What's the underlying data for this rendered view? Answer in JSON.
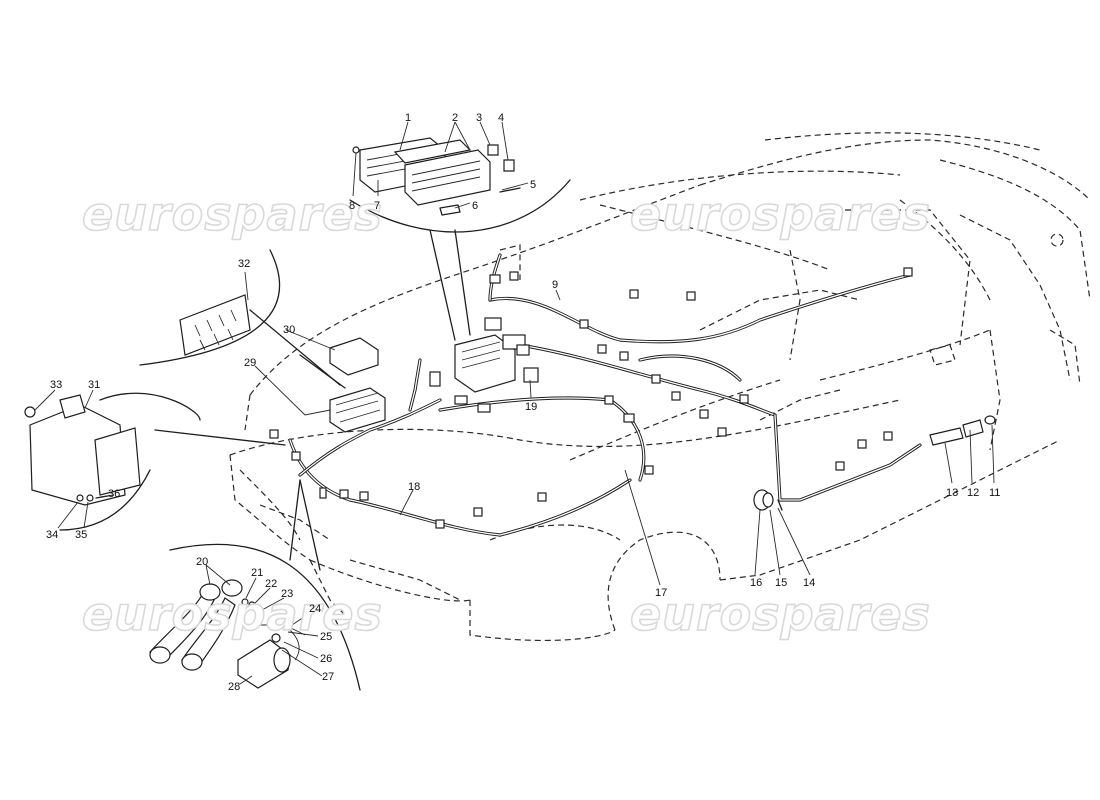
{
  "watermark": {
    "text": "eurospares"
  },
  "callouts": [
    "1",
    "2",
    "3",
    "4",
    "5",
    "6",
    "7",
    "8",
    "9",
    "11",
    "12",
    "13",
    "14",
    "15",
    "16",
    "17",
    "18",
    "19",
    "20",
    "21",
    "22",
    "23",
    "24",
    "25",
    "26",
    "27",
    "28",
    "29",
    "30",
    "31",
    "32",
    "33",
    "34",
    "35",
    "36"
  ],
  "colors": {
    "ink": "#1e1e1e",
    "watermark_stroke": "#d9d9d9",
    "background": "#ffffff"
  }
}
